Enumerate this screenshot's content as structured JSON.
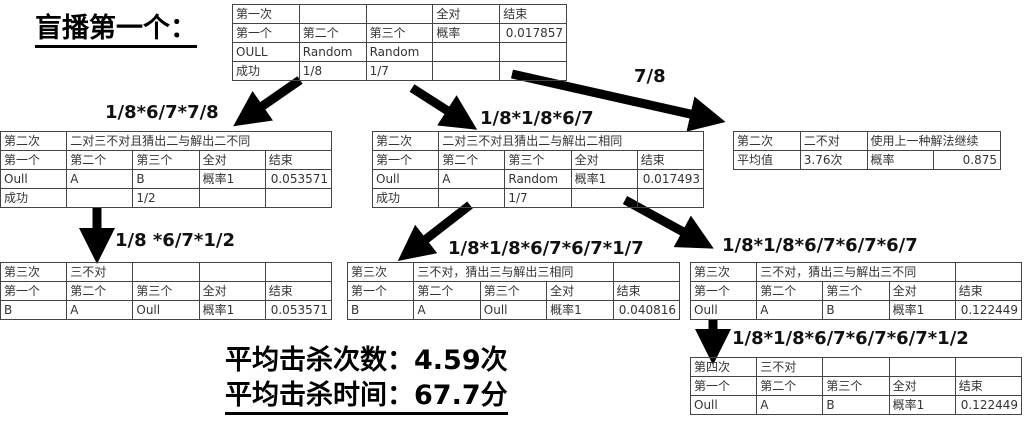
{
  "title": "盲播第一个：",
  "summary": {
    "kills": "平均击杀次数：4.59次",
    "time": "平均击杀时间：67.7分"
  },
  "labels": {
    "l1": "1/8*6/7*7/8",
    "l2": "1/8*1/8*6/7",
    "l3": "7/8",
    "l4": "1/8 *6/7*1/2",
    "l5": "1/8*1/8*6/7*6/7*1/7",
    "l6": "1/8*1/8*6/7*6/7*6/7",
    "l7": "1/8*1/8*6/7*6/7*6/7*1/2"
  },
  "tables": {
    "t1": [
      [
        "第一次",
        "",
        "",
        "全对",
        "结束"
      ],
      [
        "第一个",
        "第二个",
        "第三个",
        "概率",
        "0.017857"
      ],
      [
        "OULL",
        "Random",
        "Random",
        "",
        ""
      ],
      [
        "成功",
        "1/8",
        "1/7",
        "",
        ""
      ]
    ],
    "t2a": [
      [
        "第二次",
        "二对三不对且猜出二与解出二不同"
      ],
      [
        "第一个",
        "第二个",
        "第三个",
        "全对",
        "结束"
      ],
      [
        "Oull",
        "A",
        "B",
        "概率1",
        "0.053571"
      ],
      [
        "成功",
        "",
        "1/2",
        "",
        ""
      ]
    ],
    "t2b": [
      [
        "第二次",
        "二对三不对且猜出二与解出二相同"
      ],
      [
        "第一个",
        "第二个",
        "第三个",
        "全对",
        "结束"
      ],
      [
        "Oull",
        "A",
        "Random",
        "概率1",
        "0.017493"
      ],
      [
        "成功",
        "",
        "1/7",
        "",
        ""
      ]
    ],
    "t2c": [
      [
        "第二次",
        "二不对",
        "使用上一种解法继续"
      ],
      [
        "平均值",
        "3.76次",
        "概率",
        "0.875"
      ]
    ],
    "t3a": [
      [
        "第三次",
        "三不对",
        "",
        "",
        ""
      ],
      [
        "第一个",
        "第二个",
        "第三个",
        "全对",
        "结束"
      ],
      [
        "B",
        "A",
        "Oull",
        "概率1",
        "0.053571"
      ]
    ],
    "t3b": [
      [
        "第三次",
        "三不对，猜出三与解出三相同",
        ""
      ],
      [
        "第一个",
        "第二个",
        "第三个",
        "全对",
        "结束"
      ],
      [
        "B",
        "A",
        "Oull",
        "概率1",
        "0.040816"
      ]
    ],
    "t3c": [
      [
        "第三次",
        "三不对，猜出三与解出三不同",
        ""
      ],
      [
        "第一个",
        "第二个",
        "第三个",
        "全对",
        "结束"
      ],
      [
        "Oull",
        "A",
        "B",
        "概率1",
        "0.122449"
      ]
    ],
    "t4": [
      [
        "第四次",
        "三不对",
        "",
        "",
        ""
      ],
      [
        "第一个",
        "第二个",
        "第三个",
        "全对",
        "结束"
      ],
      [
        "Oull",
        "A",
        "B",
        "概率1",
        "0.122449"
      ]
    ]
  }
}
